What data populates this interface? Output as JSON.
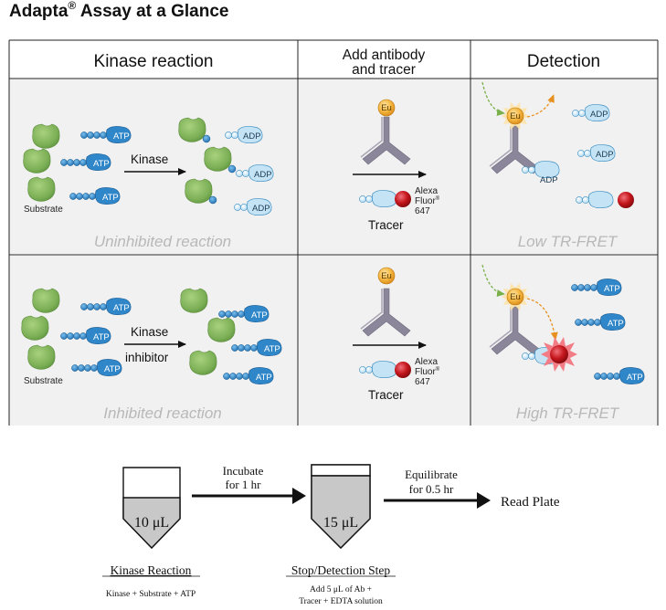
{
  "title": {
    "main": "Adapta",
    "sup": "®",
    "rest": " Assay at a Glance"
  },
  "table": {
    "headers": {
      "kinase": "Kinase reaction",
      "add_line1": "Add antibody",
      "add_line2": "and tracer",
      "detection": "Detection"
    },
    "row1": {
      "kinase_label": "Kinase",
      "substrate_label": "Substrate",
      "caption_left": "Uninhibited reaction",
      "caption_right": "Low TR-FRET"
    },
    "row2": {
      "kinase_label": "Kinase",
      "inhibitor_label": "inhibitor",
      "substrate_label": "Substrate",
      "caption_left": "Inhibited reaction",
      "caption_right": "High TR-FRET"
    },
    "tracer": {
      "label": "Tracer",
      "fluor_line1": "Alexa",
      "fluor_line2": "Fluor",
      "fluor_sup": "®",
      "fluor_line3": "647"
    },
    "molecules": {
      "atp": "ATP",
      "adp": "ADP",
      "eu": "Eu"
    }
  },
  "workflow": {
    "tube1_volume": "10 μL",
    "tube2_volume": "15 μL",
    "arrow1_line1": "Incubate",
    "arrow1_line2": "for 1 hr",
    "arrow2_line1": "Equilibrate",
    "arrow2_line2": "for 0.5 hr",
    "final_step": "Read Plate",
    "step1_title": "Kinase Reaction",
    "step1_desc": "Kinase + Substrate + ATP",
    "step2_title": "Stop/Detection Step",
    "step2_desc1": "Add 5 μL of Ab +",
    "step2_desc2": "Tracer + EDTA solution"
  },
  "colors": {
    "substrate_green": "#7fb35a",
    "atp_blue": "#2f86c8",
    "adp_light": "#bfe2f5",
    "antibody": "#8b8699",
    "europium": "#f0a21e",
    "fluor_red": "#c4161c",
    "tube_fill": "#c8c8c8"
  }
}
